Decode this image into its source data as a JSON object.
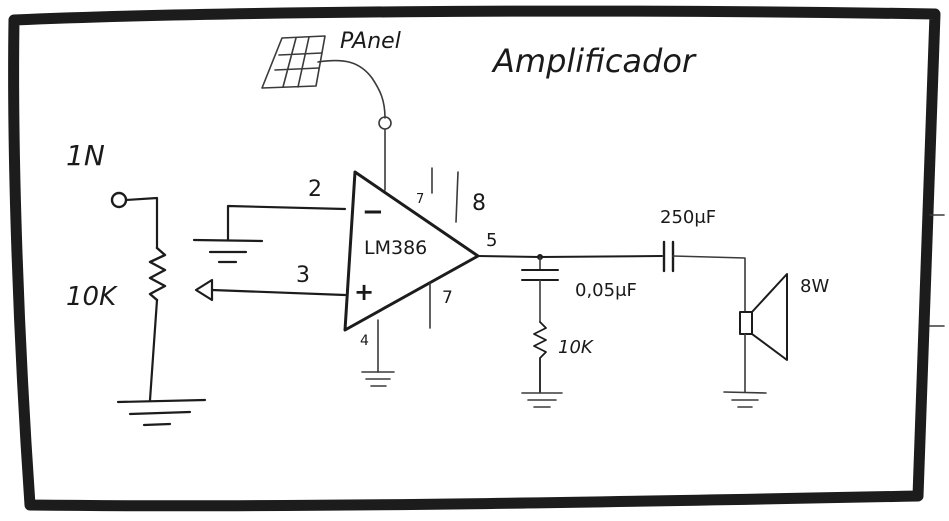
{
  "title": "Amplificador",
  "labels": {
    "panel": "PAnel",
    "input": "1N",
    "pot": "10K",
    "pin2": "2",
    "pin3": "3",
    "minus": "−",
    "plus": "+",
    "chip": "LM386",
    "pin4": "4",
    "pin5": "5",
    "pin7_top": "7",
    "pin7": "7",
    "pin8": "8",
    "cap_filter": "0,05μF",
    "res_filter": "10K",
    "cap_out": "250μF",
    "speaker": "8W"
  },
  "colors": {
    "ink": "#1c1c1c",
    "border": "#111111",
    "background": "#ffffff"
  },
  "icons": {
    "solar_panel": "solar-panel-icon",
    "speaker": "speaker-icon",
    "ground": "ground-icon"
  }
}
